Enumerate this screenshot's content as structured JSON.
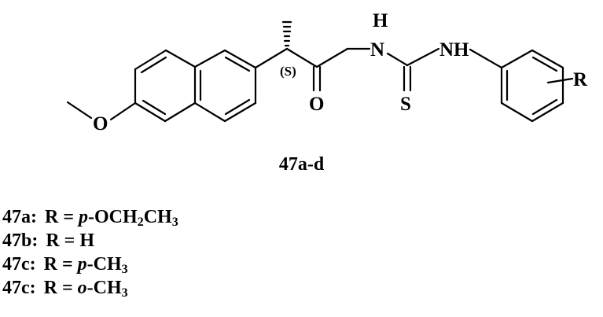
{
  "structure": {
    "atoms": {
      "methoxy_oxygen": "O",
      "amide_nh_h": "H",
      "amide_nh_n": "N",
      "thioamide_nh": "NH",
      "carbonyl_oxygen": "O",
      "thiocarbonyl_sulfur": "S",
      "r_group": "R"
    },
    "stereo_descriptor": "(S)"
  },
  "compound_label": "47a-d",
  "substituents": [
    {
      "label": "47a:",
      "eq": "R = ",
      "prefix": "p",
      "sep": "-",
      "f1": "OCH",
      "s1": "2",
      "f2": "CH",
      "s2": "3"
    },
    {
      "label": "47b:",
      "eq": "R = ",
      "prefix": "",
      "sep": "",
      "f1": "H",
      "s1": "",
      "f2": "",
      "s2": ""
    },
    {
      "label": "47c:",
      "eq": "R = ",
      "prefix": "p",
      "sep": "-",
      "f1": "CH",
      "s1": "3",
      "f2": "",
      "s2": ""
    },
    {
      "label": "47c:",
      "eq": "R = ",
      "prefix": "o",
      "sep": "-",
      "f1": "CH",
      "s1": "3",
      "f2": "",
      "s2": ""
    }
  ]
}
